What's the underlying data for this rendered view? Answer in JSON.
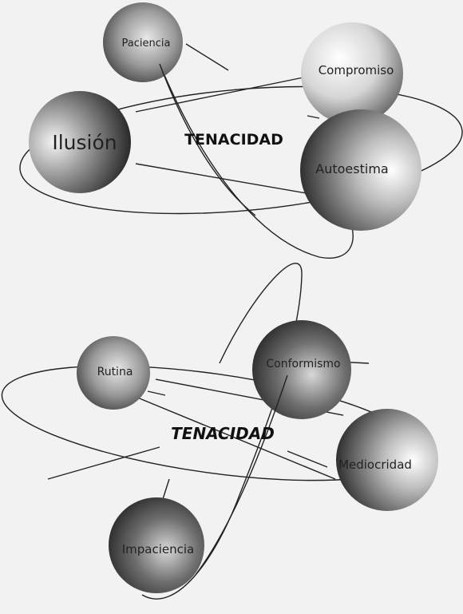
{
  "top_diagram": {
    "center_label": "TENACIDAD",
    "spheres": [
      {
        "id": "paciencia",
        "label": "Paciencia"
      },
      {
        "id": "compromiso",
        "label": "Compromiso"
      },
      {
        "id": "ilusion",
        "label": "Ilusión"
      },
      {
        "id": "autoestima",
        "label": "Autoestima"
      }
    ]
  },
  "bottom_diagram": {
    "center_label": "TENACIDAD",
    "spheres": [
      {
        "id": "rutina",
        "label": "Rutina"
      },
      {
        "id": "conformismo",
        "label": "Conformismo"
      },
      {
        "id": "mediocridad",
        "label": "Mediocridad"
      },
      {
        "id": "impaciencia",
        "label": "Impaciencia"
      }
    ]
  }
}
